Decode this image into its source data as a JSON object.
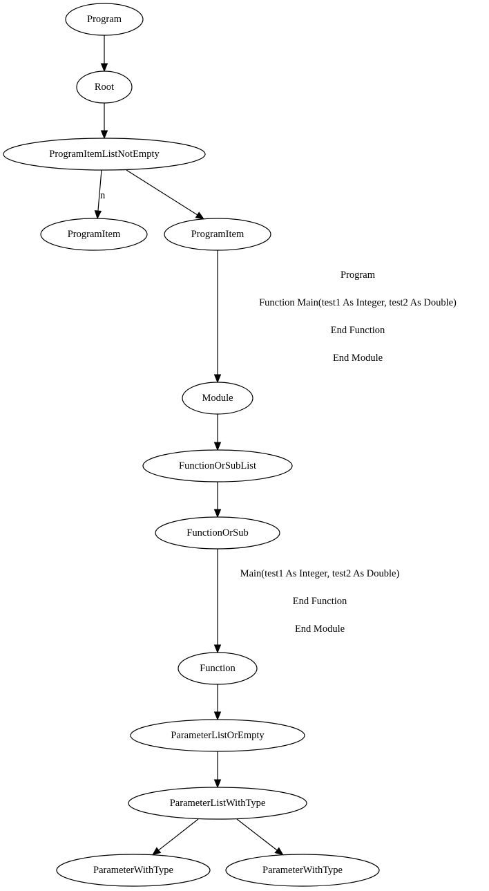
{
  "diagram": {
    "nodes": {
      "program": "Program",
      "root": "Root",
      "program_item_list_not_empty": "ProgramItemListNotEmpty",
      "program_item_1": "ProgramItem",
      "program_item_2": "ProgramItem",
      "module": "Module",
      "function_or_sub_list": "FunctionOrSubList",
      "function_or_sub": "FunctionOrSub",
      "function": "Function",
      "parameter_list_or_empty": "ParameterListOrEmpty",
      "parameter_list_with_type": "ParameterListWithType",
      "parameter_with_type_1": "ParameterWithType",
      "parameter_with_type_2": "ParameterWithType"
    },
    "edges": [
      {
        "from": "program",
        "to": "root",
        "label": []
      },
      {
        "from": "root",
        "to": "program_item_list_not_empty",
        "label": []
      },
      {
        "from": "program_item_list_not_empty",
        "to": "program_item_1",
        "label": [
          "n"
        ]
      },
      {
        "from": "program_item_list_not_empty",
        "to": "program_item_2",
        "label": []
      },
      {
        "from": "program_item_2",
        "to": "module",
        "label": [
          "Program",
          "Function Main(test1 As Integer, test2 As Double)",
          "End Function",
          "End Module"
        ]
      },
      {
        "from": "module",
        "to": "function_or_sub_list",
        "label": []
      },
      {
        "from": "function_or_sub_list",
        "to": "function_or_sub",
        "label": []
      },
      {
        "from": "function_or_sub",
        "to": "function",
        "label": [
          "Main(test1 As Integer, test2 As Double)",
          "End Function",
          "End Module"
        ]
      },
      {
        "from": "function",
        "to": "parameter_list_or_empty",
        "label": []
      },
      {
        "from": "parameter_list_or_empty",
        "to": "parameter_list_with_type",
        "label": []
      },
      {
        "from": "parameter_list_with_type",
        "to": "parameter_with_type_1",
        "label": []
      },
      {
        "from": "parameter_list_with_type",
        "to": "parameter_with_type_2",
        "label": []
      }
    ]
  }
}
